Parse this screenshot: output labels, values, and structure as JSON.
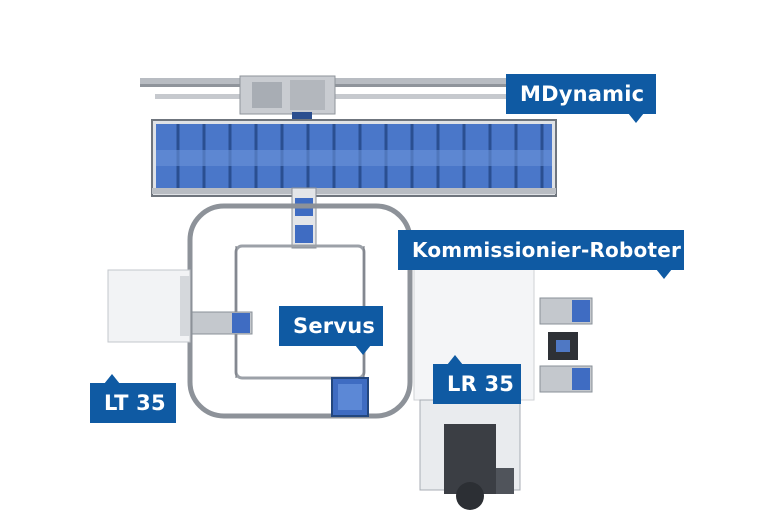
{
  "labels": {
    "mdynamic": "MDynamic",
    "kommissionier": "Kommissionier-Roboter",
    "servus": "Servus",
    "lt35": "LT 35",
    "lr35": "LR 35"
  },
  "colors": {
    "label_background": "#0f5aa3",
    "label_text": "#ffffff",
    "shelving_blue": "#3f6cc2",
    "conveyor_gray": "#9aa0a8"
  }
}
